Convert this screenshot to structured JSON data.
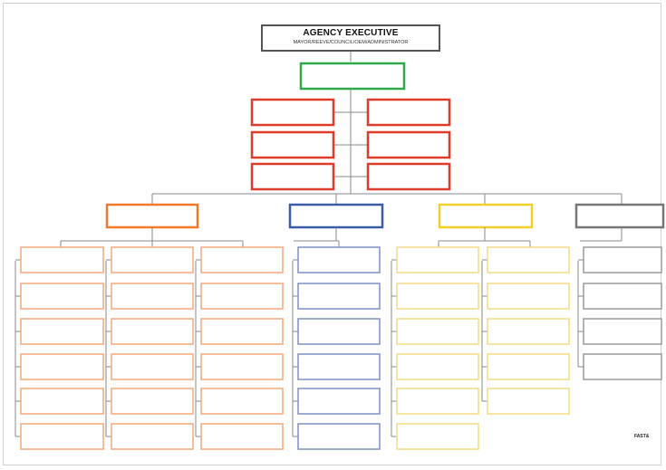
{
  "executive": {
    "title": "AGENCY EXECUTIVE",
    "subtitle": "MAYOR/REEVE/COUNCIL/OEM/ADMINISTRATOR"
  },
  "logo": {
    "text": "FAST&"
  },
  "colors": {
    "line": "#8a8a8a",
    "green": "#2eaa4a",
    "red": "#e03a2a",
    "orange": "#f3782a",
    "orange_light": "#f6a77a",
    "blue": "#3b5aa8",
    "blue_light": "#7c90c9",
    "yellow": "#f2cf2a",
    "yellow_light": "#f4dc86",
    "gray": "#777777",
    "gray_light": "#9a9a9a"
  },
  "boxes": {
    "green": {
      "color": "green"
    },
    "red": {
      "color": "red",
      "count": 6
    },
    "orange": {
      "color": "orange",
      "columns": [
        6,
        6,
        6
      ],
      "child_color": "orange_light"
    },
    "blue": {
      "color": "blue",
      "columns": [
        6
      ],
      "child_color": "blue_light"
    },
    "yellow": {
      "color": "yellow",
      "columns": [
        6,
        5
      ],
      "child_color": "yellow_light"
    },
    "gray": {
      "color": "gray",
      "columns": [
        4
      ],
      "child_color": "gray_light"
    }
  }
}
